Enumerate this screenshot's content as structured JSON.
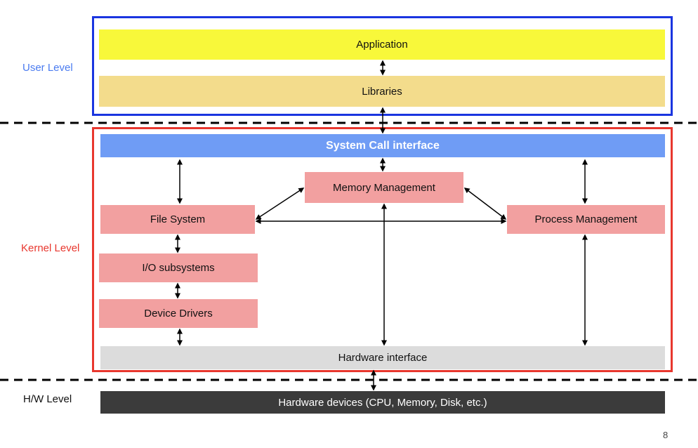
{
  "levels": {
    "user": "User Level",
    "kernel": "Kernel Level",
    "hw": "H/W Level"
  },
  "blocks": {
    "application": "Application",
    "libraries": "Libraries",
    "syscall": "System Call interface",
    "memory": "Memory Management",
    "filesystem": "File System",
    "process": "Process Management",
    "io": "I/O subsystems",
    "drivers": "Device Drivers",
    "hw_interface": "Hardware interface",
    "hw_devices": "Hardware devices (CPU, Memory, Disk, etc.)"
  },
  "page_number": "8",
  "colors": {
    "user_frame": "#1a35e0",
    "kernel_frame": "#e8372e",
    "application": "#f8f83a",
    "libraries": "#f3dc8c",
    "syscall": "#6f9cf5",
    "kernel_block": "#f2a0a0",
    "hw_interface": "#dcdcdc",
    "hw_devices": "#3b3b3b",
    "user_label": "#4a7bf0",
    "kernel_label": "#e8372e"
  }
}
